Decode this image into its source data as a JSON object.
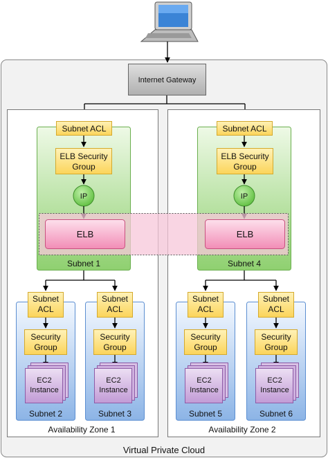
{
  "vpc": {
    "label": "Virtual Private Cloud"
  },
  "internet_gateway": {
    "label": "Internet Gateway"
  },
  "zones": [
    {
      "label": "Availability Zone 1",
      "public_subnet": {
        "label": "Subnet 1",
        "acl": "Subnet ACL",
        "elb_sg": [
          "ELB Security",
          "Group"
        ],
        "ip": "IP",
        "elb": "ELB"
      },
      "private_subnets": [
        {
          "label": "Subnet 2",
          "acl": [
            "Subnet",
            "ACL"
          ],
          "sg": [
            "Security",
            "Group"
          ],
          "instance": [
            "EC2",
            "Instance"
          ]
        },
        {
          "label": "Subnet 3",
          "acl": [
            "Subnet",
            "ACL"
          ],
          "sg": [
            "Security",
            "Group"
          ],
          "instance": [
            "EC2",
            "Instance"
          ]
        }
      ]
    },
    {
      "label": "Availability Zone 2",
      "public_subnet": {
        "label": "Subnet 4",
        "acl": "Subnet ACL",
        "elb_sg": [
          "ELB Security",
          "Group"
        ],
        "ip": "IP",
        "elb": "ELB"
      },
      "private_subnets": [
        {
          "label": "Subnet 5",
          "acl": [
            "Subnet",
            "ACL"
          ],
          "sg": [
            "Security",
            "Group"
          ],
          "instance": [
            "EC2",
            "Instance"
          ]
        },
        {
          "label": "Subnet 6",
          "acl": [
            "Subnet",
            "ACL"
          ],
          "sg": [
            "Security",
            "Group"
          ],
          "instance": [
            "EC2",
            "Instance"
          ]
        }
      ]
    }
  ],
  "icons": {
    "client": "laptop-icon"
  },
  "colors": {
    "vpc_fill": "#f2f2f2",
    "gateway_fill": "#c4c4c4",
    "public_subnet_fill": "#a6d98a",
    "private_subnet_fill": "#a9c6ea",
    "acl_fill": "#fde48a",
    "ip_fill": "#7dcf5e",
    "elb_fill": "#f3a5c4",
    "instance_fill": "#c9a6d8"
  }
}
